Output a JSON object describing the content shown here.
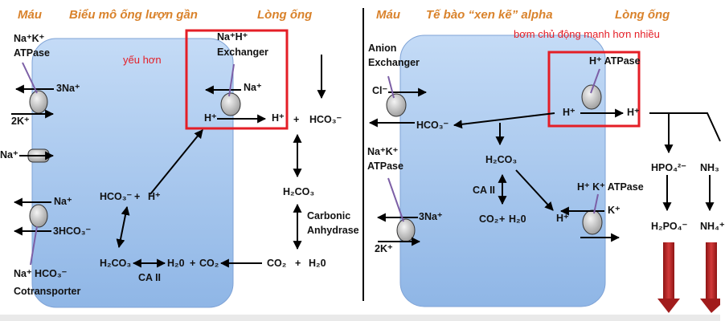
{
  "colors": {
    "header": "#d9822b",
    "cell_fill": "#a8c8ef",
    "highlight_box": "#e41e26",
    "annotation": "#e41e26",
    "excretion_arrow": "#b22222"
  },
  "left_panel": {
    "header_blood": "Máu",
    "header_cell": "Biểu mô ống lượn gần",
    "header_lumen": "Lòng ống",
    "annotation_weaker": "yếu hơn",
    "nak_atpase": {
      "line1": "Na⁺K⁺",
      "line2": "ATPase",
      "in": "3Na⁺",
      "out": "2K⁺"
    },
    "na_channel": "Na⁺",
    "exchanger": {
      "line1": "Na⁺H⁺",
      "line2": "Exchanger",
      "na": "Na⁺",
      "h_in": "H⁺",
      "h_out": "H⁺"
    },
    "lumen": {
      "plus1": "+",
      "hco3": "HCO₃⁻",
      "h2co3": "H₂CO₃",
      "enzyme_line1": "Carbonic",
      "enzyme_line2": "Anhydrase",
      "co2": "CO₂",
      "plus2": "+",
      "h2o": "H₂0"
    },
    "cotransporter": {
      "na": "Na⁺",
      "hco3": "3HCO₃⁻",
      "line1": "Na⁺ HCO₃⁻",
      "line2": "Cotransporter"
    },
    "cell": {
      "hco3": "HCO₃⁻",
      "plus1": "+",
      "h": "H⁺",
      "h2co3": "H₂CO₃",
      "h2o": "H₂0",
      "plus2": "+",
      "co2": "CO₂",
      "enzyme": "CA II"
    }
  },
  "right_panel": {
    "header_blood": "Máu",
    "header_cell": "Tế bào “xen kẽ” alpha",
    "header_lumen": "Lòng ống",
    "annotation_stronger": "bơm chủ động mạnh hơn nhiều",
    "anion_exchanger": {
      "line1": "Anion",
      "line2": "Exchanger",
      "cl": "Cl⁻",
      "hco3": "HCO₃⁻"
    },
    "h_atpase": {
      "label": "H⁺ ATPase",
      "h_in": "H⁺",
      "h_out": "H⁺"
    },
    "cell": {
      "h2co3": "H₂CO₃",
      "enzyme": "CA II",
      "co2": "CO₂",
      "plus": "+",
      "h2o": "H₂0",
      "h": "H⁺"
    },
    "nak_atpase": {
      "line1": "Na⁺K⁺",
      "line2": "ATPase",
      "in": "3Na⁺",
      "out": "2K⁺"
    },
    "hk_atpase": {
      "label": "H⁺ K⁺ ATPase",
      "k": "K⁺"
    },
    "buffers": {
      "hpo4": "HPO₄²⁻",
      "h2po4": "H₂PO₄⁻",
      "nh3": "NH₃",
      "nh4": "NH₄⁺"
    }
  }
}
